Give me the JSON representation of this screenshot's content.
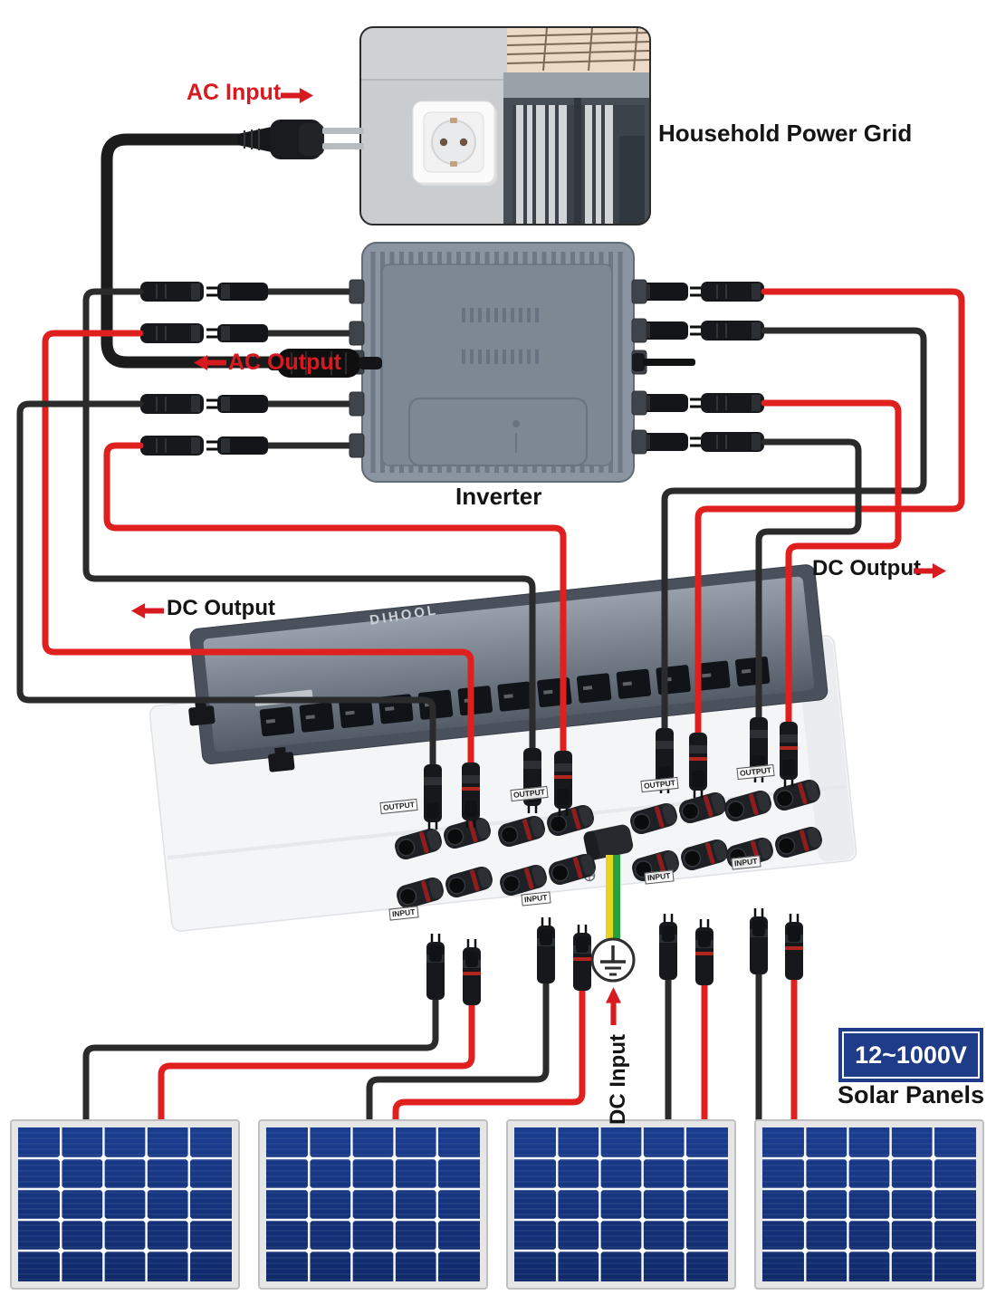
{
  "photo": {
    "caption": "Household Power Grid"
  },
  "labels": {
    "ac_input": "AC Input",
    "ac_output": "AC Output",
    "inverter": "Inverter",
    "dc_output_left": "DC Output",
    "dc_output_right": "DC Output",
    "dc_input": "DC Input",
    "voltage_badge": "12~1000V",
    "solar_panels": "Solar Panels"
  },
  "combiner_box": {
    "brand": "DIHOOL",
    "group_count": 4,
    "output_port_label": "OUTPUT",
    "input_port_label": "INPUT"
  },
  "icons": {
    "ac_input_arrow": "arrow-right-icon",
    "ac_output_arrow": "arrow-left-icon",
    "dc_output_left_arrow": "arrow-left-icon",
    "dc_output_right_arrow": "arrow-right-icon",
    "dc_input_arrow": "arrow-up-icon",
    "ground": "earth-ground-icon"
  },
  "colors": {
    "label_red": "#d71a1f",
    "cable_black": "#2b2b2c",
    "cable_red": "#e01f1f",
    "badge_blue": "#1e3c87",
    "panel_blue": "#14317c",
    "ground_green": "#23a23d",
    "ground_yellow": "#e6d51f"
  },
  "solar_array": {
    "panel_count": 4,
    "cell_rows": 5,
    "cell_cols": 5
  }
}
